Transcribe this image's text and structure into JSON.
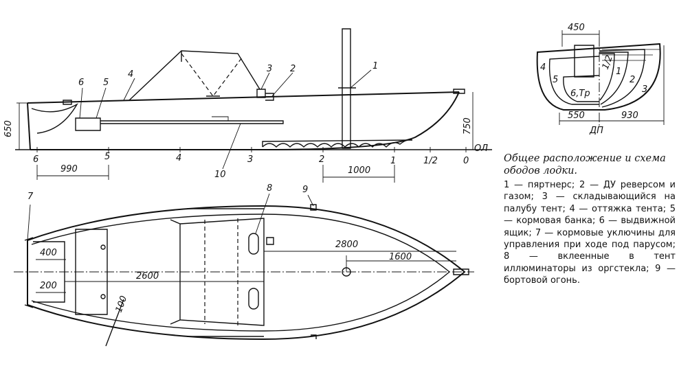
{
  "caption": {
    "title": "Общее расположение и схема ободов лодки.",
    "legend": "1 — пяртнерс; 2 — ДУ реверсом и газом; 3 — складывающийся на палубу тент; 4 — оттяжка тента; 5 — кормовая банка; 6 — выдвижной ящик; 7 — кормовые уключины для управления при ходе под парусом; 8 — вклеенные в тент иллюминаторы из оргстекла; 9 — бортовой огонь."
  },
  "side_view": {
    "part_labels": [
      "6",
      "5",
      "4",
      "3",
      "2",
      "1",
      "10"
    ],
    "station_labels": [
      "6",
      "5",
      "4",
      "3",
      "2",
      "1",
      "1/2",
      "0"
    ],
    "waterline_label": "ОЛ",
    "dim_height_stern": "650",
    "dim_height_bow": "750",
    "dim_990": "990",
    "dim_1000": "1000"
  },
  "plan_view": {
    "part_labels": [
      "7",
      "8",
      "9"
    ],
    "dim_400": "400",
    "dim_200": "200",
    "dim_2600": "2600",
    "dim_2800": "2800",
    "dim_1600": "1600",
    "dim_100": "100"
  },
  "body_plan": {
    "dim_450": "450",
    "dim_550": "550",
    "dim_930": "930",
    "label_DP": "ДП",
    "frame_labels": [
      "4",
      "5",
      "6,Тр",
      "1/2",
      "1",
      "2",
      "3"
    ]
  }
}
